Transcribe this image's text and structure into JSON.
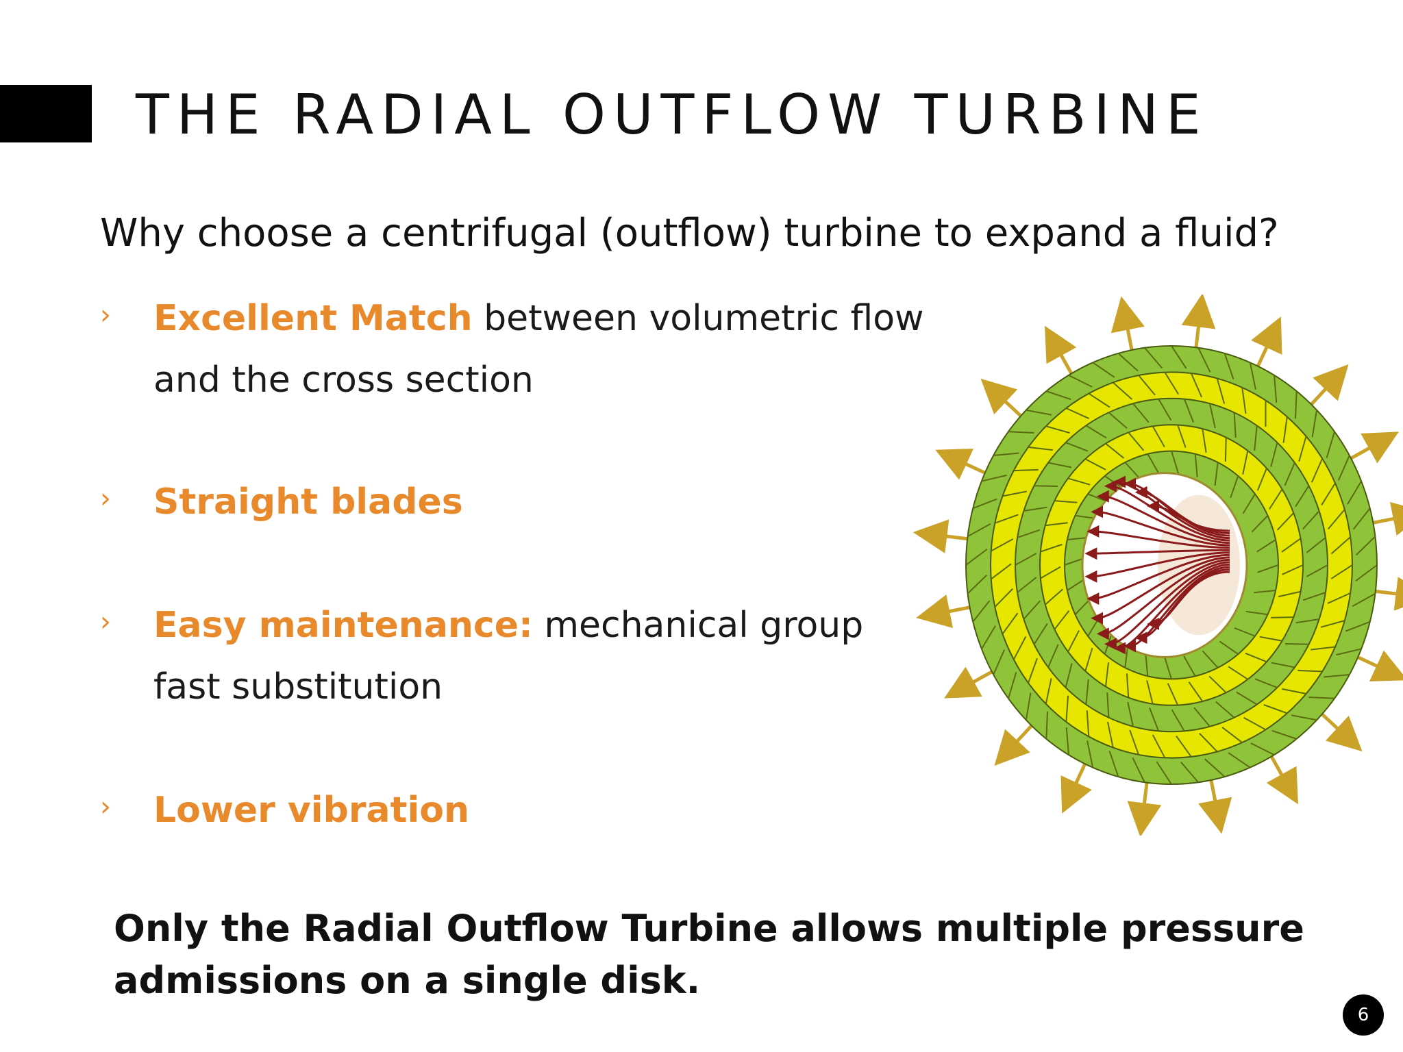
{
  "slide": {
    "title": "THE RADIAL OUTFLOW TURBINE",
    "question": "Why choose a centrifugal (outflow) turbine to expand a fluid?",
    "bullets": [
      {
        "highlight": "Excellent Match",
        "text": " between volumetric flow and the cross section"
      },
      {
        "highlight": "Straight blades",
        "text": ""
      },
      {
        "highlight": "Easy maintenance:",
        "text": " mechanical group fast substitution"
      },
      {
        "highlight": "Lower vibration",
        "text": ""
      }
    ],
    "conclusion": "Only the Radial Outflow Turbine allows multiple pressure admissions on a single disk.",
    "page_number": "6",
    "bullet_marker": "›",
    "colors": {
      "accent": "#e8892b",
      "text": "#111111",
      "bar": "#000000",
      "blade_green": "#8fc43a",
      "blade_yellow": "#e6e600",
      "arrow": "#c9a227",
      "streamline": "#8b1a1a"
    },
    "figure": {
      "icon": "radial-turbine-illustration"
    }
  }
}
